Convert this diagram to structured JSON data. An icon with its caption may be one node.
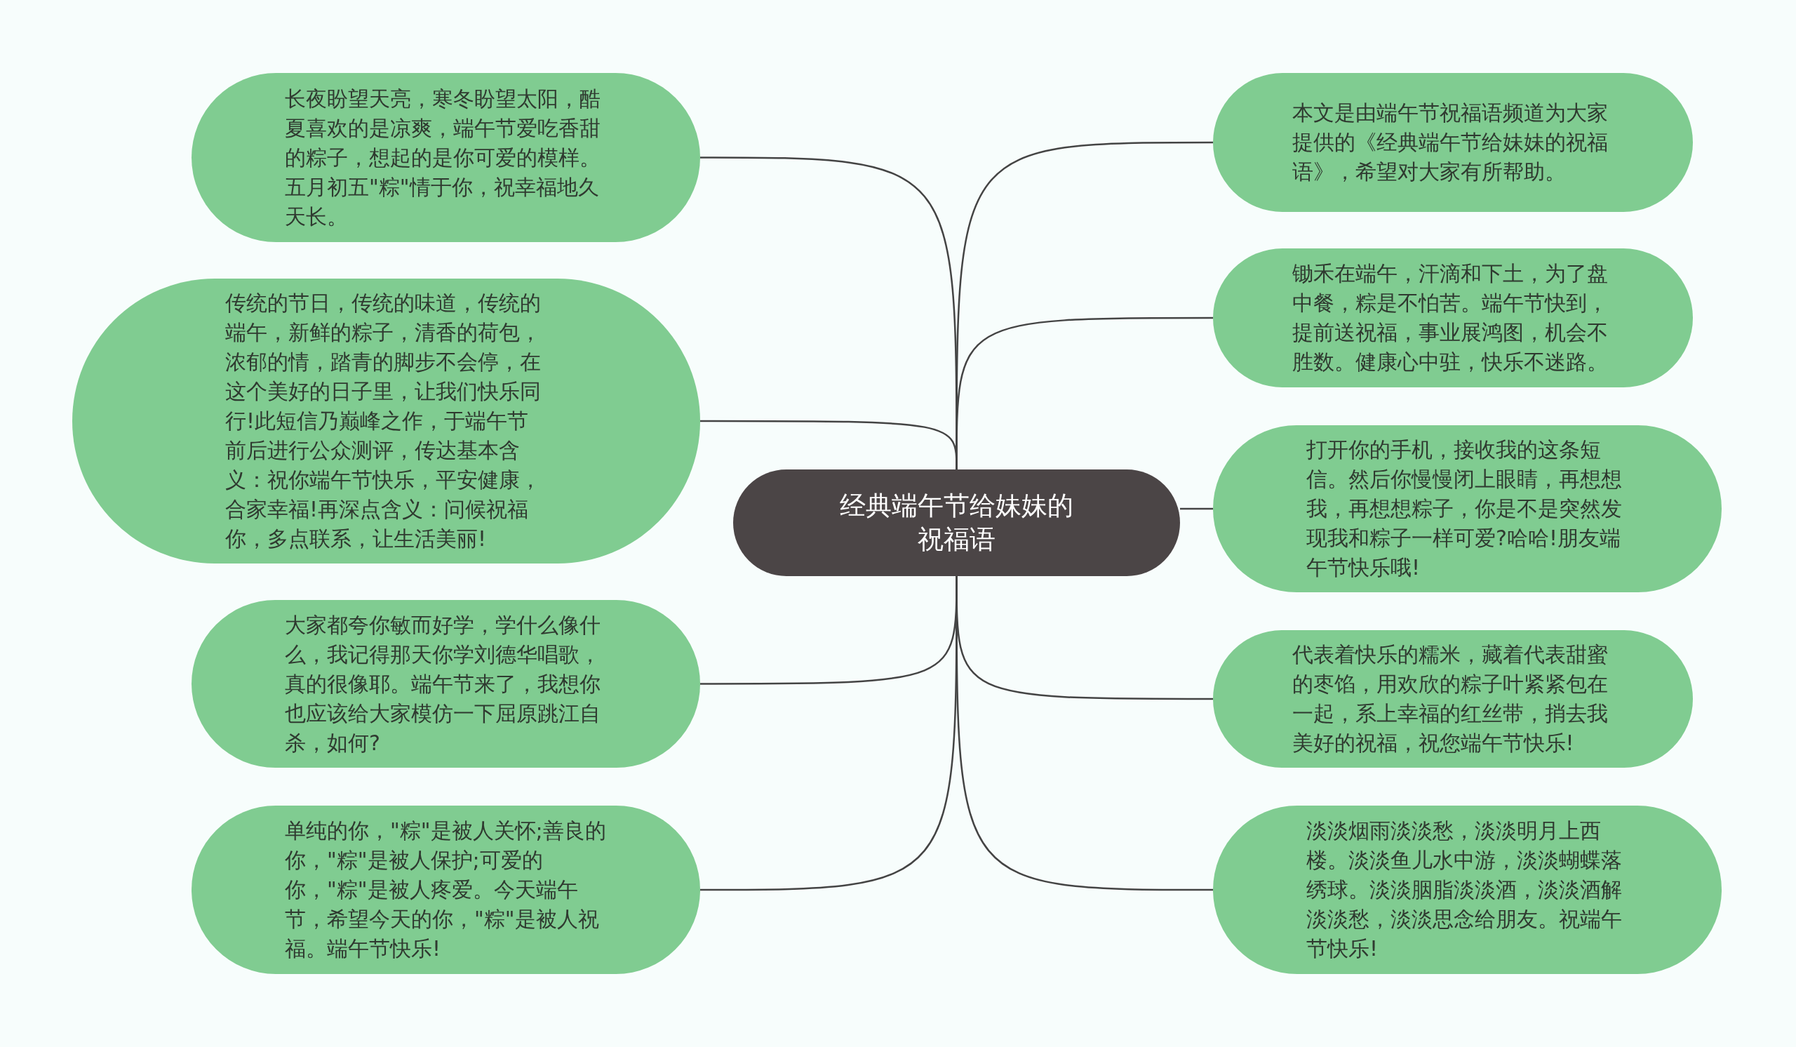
{
  "diagram": {
    "nodes": [
      {
        "text": [
          "经典端午节给妹妹的祝福语"
        ]
      },
      {
        "text": [
          "本文是由端午节祝福语频道为大家提供的《经典端午节给妹妹的祝福语》，希望对大家有所帮助。"
        ]
      },
      {
        "text": [
          "锄禾在端午，汗滴和下土，为了盘中餐，粽是不怕苦。端午节快到，提前送祝福，事业展鸿图，机会不胜数。健康心中驻，快乐不迷路。"
        ]
      },
      {
        "text": [
          "打开你的手机，接收我的这条短信。然后你慢慢闭上眼睛，再想想我，再想想粽子，你是不是突然发现我和粽子一样可爱?哈哈!朋友端午节快乐哦!"
        ]
      },
      {
        "text": [
          "代表着快乐的糯米，藏着代表甜蜜的枣馅，用欢欣的粽子叶紧紧包在一起，系上幸福的红丝带，捎去我美好的祝福，祝您端午节快乐!"
        ]
      },
      {
        "text": [
          "淡淡烟雨淡淡愁，淡淡明月上西楼。淡淡鱼儿水中游，淡淡蝴蝶落绣球。淡淡胭脂淡淡酒，淡淡酒解淡淡愁，淡淡思念给朋友。祝端午节快乐!"
        ]
      },
      {
        "text": [
          "长夜盼望天亮，寒冬盼望太阳，酷夏喜欢的是凉爽，端午节爱吃香甜的粽子，想起的是你可爱的模样。五月初五\"粽\"情于你，祝幸福地久天长。"
        ]
      },
      {
        "text": [
          "传统的节日，传统的味道，传统的端午，新鲜的粽子，清香的荷包，浓郁的情，踏青的脚步不会停，在这个美好的日子里，让我们快乐同行!此短信乃巅峰之作，于端午节前后进行公众测评，传达基本含义：祝你端午节快乐，平安健康，合家幸福!再深点含义：问候祝福你，多点联系，让生活美丽!"
        ]
      },
      {
        "text": [
          "大家都夸你敏而好学，学什么像什么，我记得那天你学刘德华唱歌，真的很像耶。端午节来了，我想你也应该给大家模仿一下屈原跳江自杀，如何?"
        ]
      },
      {
        "text": [
          "单纯的你，\"粽\"是被人关怀;善良的你，\"粽\"是被人保护;可爱的你，\"粽\"是被人疼爱。今天端午节，希望今天的你，\"粽\"是被人祝福。端午节快乐!"
        ]
      }
    ],
    "edges": [
      {
        "from": 0,
        "to": 1,
        "arrow": "none"
      },
      {
        "from": 0,
        "to": 2,
        "arrow": "none"
      },
      {
        "from": 0,
        "to": 3,
        "arrow": "none"
      },
      {
        "from": 0,
        "to": 4,
        "arrow": "none"
      },
      {
        "from": 0,
        "to": 5,
        "arrow": "none"
      },
      {
        "from": 0,
        "to": 6,
        "arrow": "none"
      },
      {
        "from": 0,
        "to": 7,
        "arrow": "none"
      },
      {
        "from": 0,
        "to": 8,
        "arrow": "none"
      },
      {
        "from": 0,
        "to": 9,
        "arrow": "none"
      }
    ]
  }
}
